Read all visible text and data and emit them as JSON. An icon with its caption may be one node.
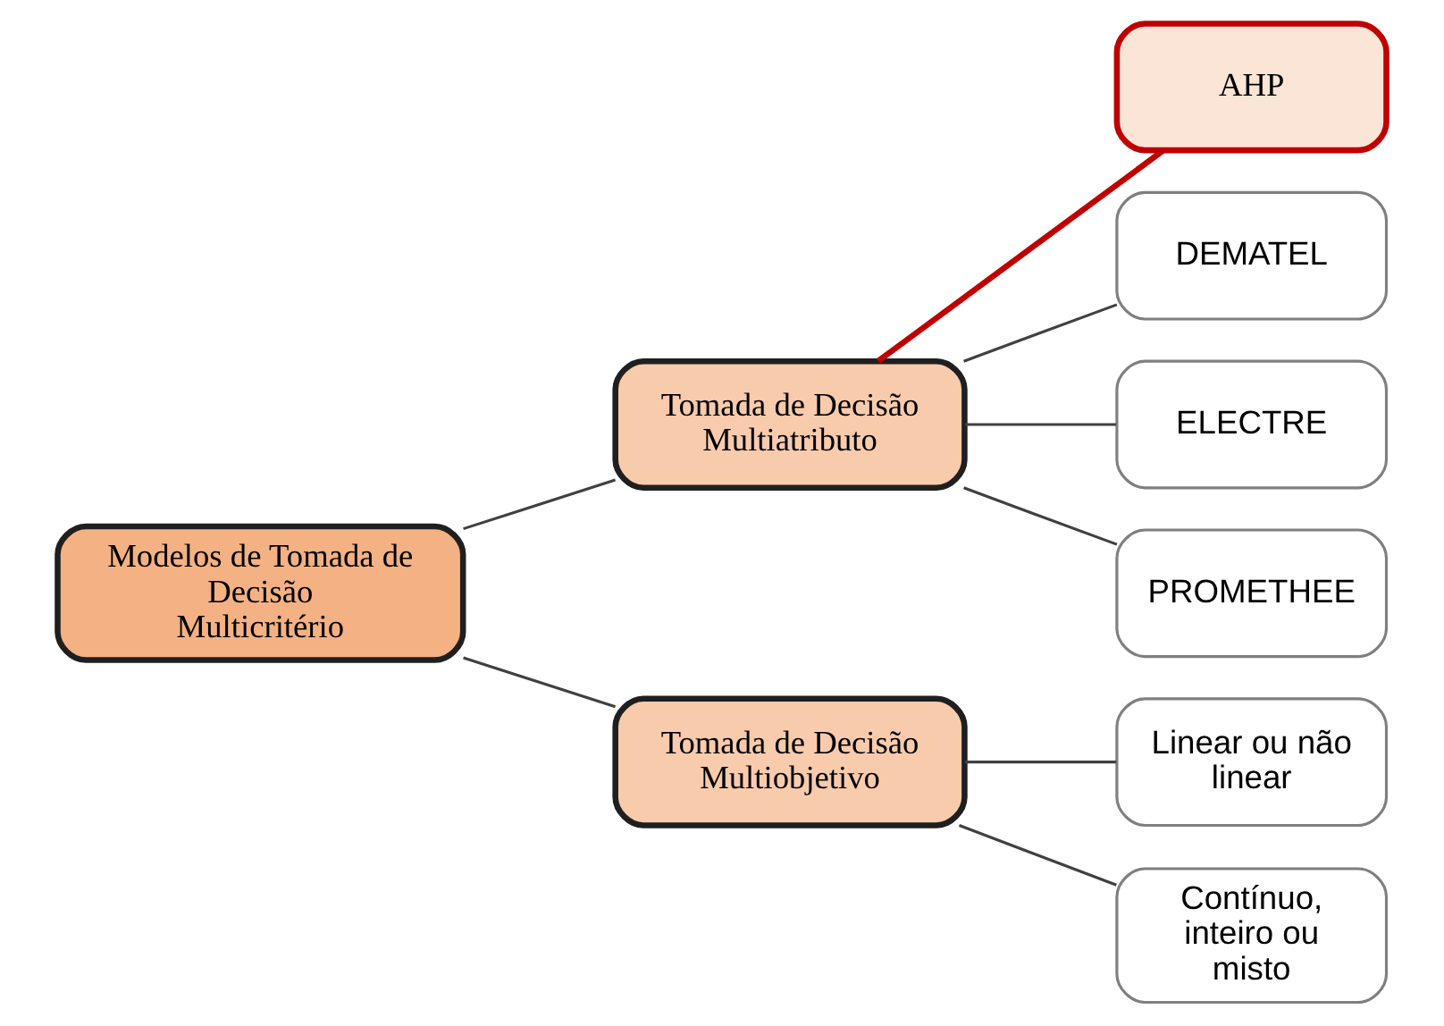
{
  "diagram": {
    "nodes": [
      {
        "text": [
          "Modelos de Tomada de Decisão Multicritério"
        ]
      },
      {
        "text": [
          "Tomada de Decisão Multiatributo"
        ]
      },
      {
        "text": [
          "Tomada de Decisão Multiobjetivo"
        ]
      },
      {
        "text": [
          "AHP"
        ]
      },
      {
        "text": [
          "DEMATEL"
        ]
      },
      {
        "text": [
          "ELECTRE"
        ]
      },
      {
        "text": [
          "PROMETHEE"
        ]
      },
      {
        "text": [
          "Linear ou não linear"
        ]
      },
      {
        "text": [
          "Contínuo, inteiro ou misto"
        ]
      }
    ],
    "edges": [
      {
        "from": 0,
        "to": 1,
        "arrow": "none"
      },
      {
        "from": 0,
        "to": 2,
        "arrow": "none"
      },
      {
        "from": 1,
        "to": 3,
        "arrow": "none",
        "style": "thick",
        "color": "#c00000"
      },
      {
        "from": 1,
        "to": 4,
        "arrow": "none"
      },
      {
        "from": 1,
        "to": 5,
        "arrow": "none"
      },
      {
        "from": 1,
        "to": 6,
        "arrow": "none"
      },
      {
        "from": 2,
        "to": 7,
        "arrow": "none"
      },
      {
        "from": 2,
        "to": 8,
        "arrow": "none"
      }
    ]
  }
}
